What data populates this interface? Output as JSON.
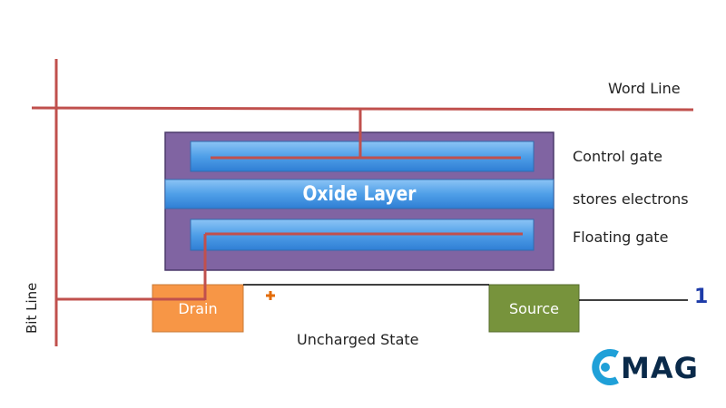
{
  "labels": {
    "word_line": "Word Line",
    "control_gate": "Control gate",
    "stores_electrons": "stores electrons",
    "floating_gate": "Floating gate",
    "bit_line": "Bit Line",
    "oxide_layer": "Oxide Layer",
    "drain": "Drain",
    "source": "Source",
    "state": "Uncharged State",
    "bit_value": "1"
  },
  "logo": {
    "text": "MAG"
  },
  "colors": {
    "wire": "#c0504d",
    "cell_body": "#8064a2",
    "gate_blue": "#4f9fe8",
    "drain": "#f79646",
    "source": "#77933c",
    "charge_marker": "#e36c09",
    "logo_accent": "#1fa0d8",
    "logo_dark": "#0a2a4a",
    "bit_value": "#1d3ba8"
  }
}
